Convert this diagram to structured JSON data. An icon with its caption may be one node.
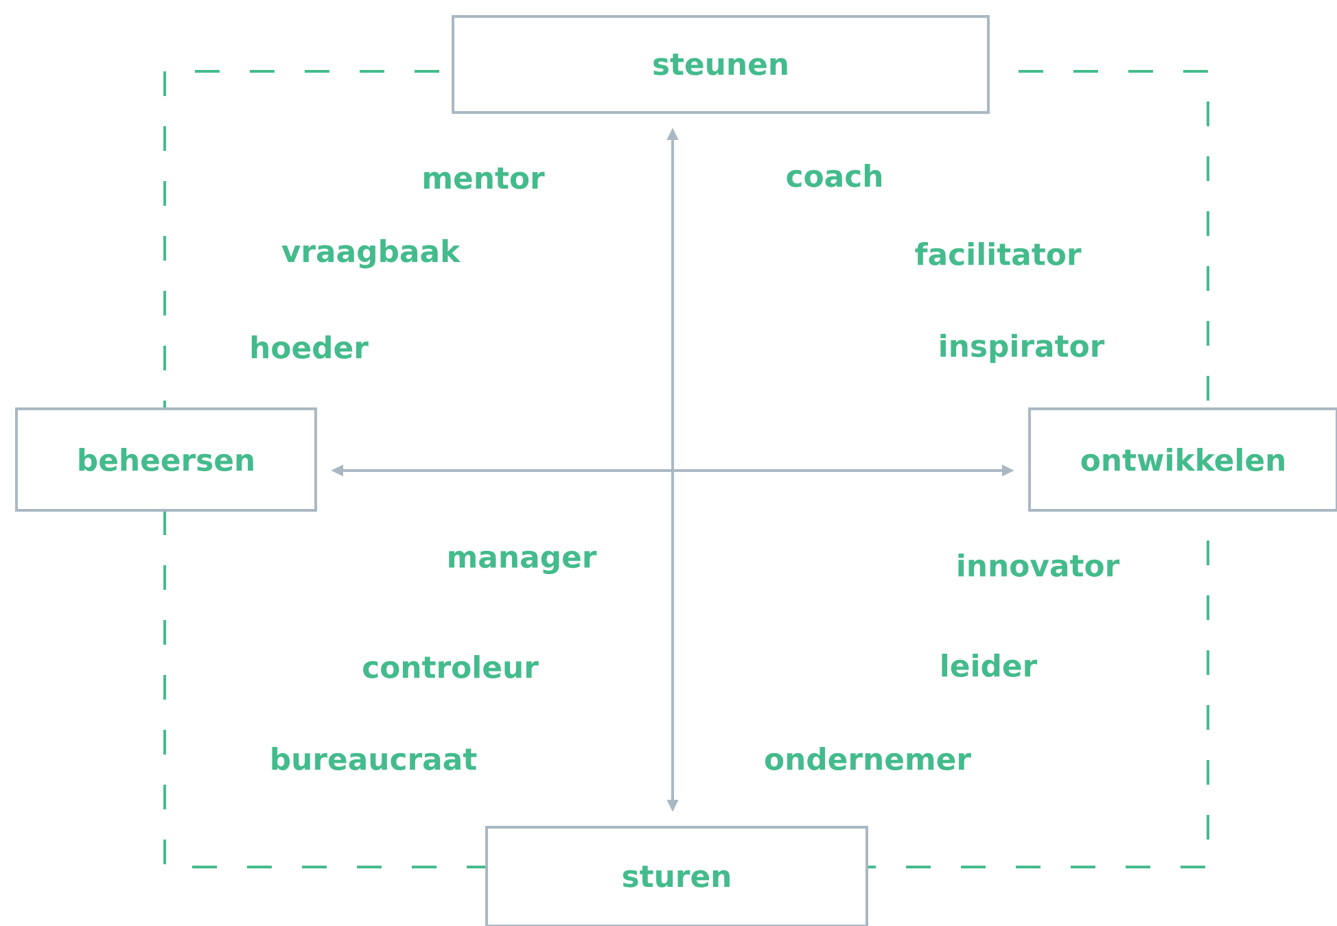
{
  "diagram": {
    "nodes": [
      {
        "text": [
          "steunen"
        ]
      },
      {
        "text": [
          "beheersen"
        ]
      },
      {
        "text": [
          "ontwikkelen"
        ]
      },
      {
        "text": [
          "sturen"
        ]
      }
    ],
    "edges": [
      {
        "from": 0,
        "to": 3,
        "arrow": "both"
      },
      {
        "from": 1,
        "to": 2,
        "arrow": "both"
      }
    ],
    "labels": [
      "mentor",
      "coach",
      "vraagbaak",
      "facilitator",
      "hoeder",
      "inspirator",
      "manager",
      "innovator",
      "controleur",
      "leider",
      "bureaucraat",
      "ondernemer"
    ]
  }
}
